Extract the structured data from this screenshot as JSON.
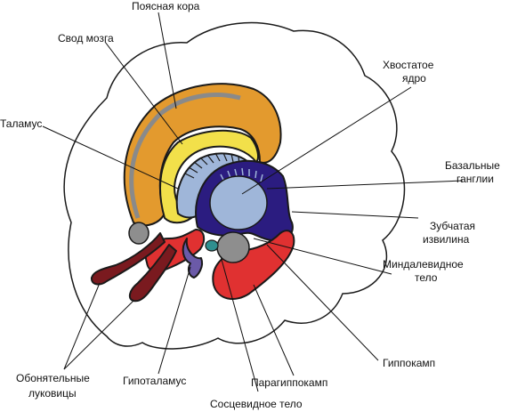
{
  "colors": {
    "cingulate": "#e39a2e",
    "cingulate_stripe": "#8a8a8a",
    "fornix": "#f2e04a",
    "thalamus_blue": "#9fb6d9",
    "basal_ganglia": "#2b1c80",
    "red": "#e03131",
    "dark_red": "#7a1a1f",
    "gray": "#8e8e8e",
    "purple": "#6b5aa8",
    "teal": "#2f8f8f",
    "brain_outline": "#1a1a1a"
  },
  "labels": {
    "cingulate_cortex": "Поясная кора",
    "fornix": "Свод мозга",
    "caudate_nucleus_line1": "Хвостатое",
    "caudate_nucleus_line2": "ядро",
    "thalamus": "Таламус",
    "basal_ganglia_line1": "Базальные",
    "basal_ganglia_line2": "ганглии",
    "dentate_gyrus_line1": "Зубчатая",
    "dentate_gyrus_line2": "извилина",
    "amygdala_line1": "Миндалевидное",
    "amygdala_line2": "тело",
    "hippocampus": "Гиппокамп",
    "olfactory_bulbs_line1": "Обонятельные",
    "olfactory_bulbs_line2": "луковицы",
    "hypothalamus": "Гипоталамус",
    "parahippocampus": "Парагиппокамп",
    "mammillary_body": "Сосцевидное тело"
  }
}
